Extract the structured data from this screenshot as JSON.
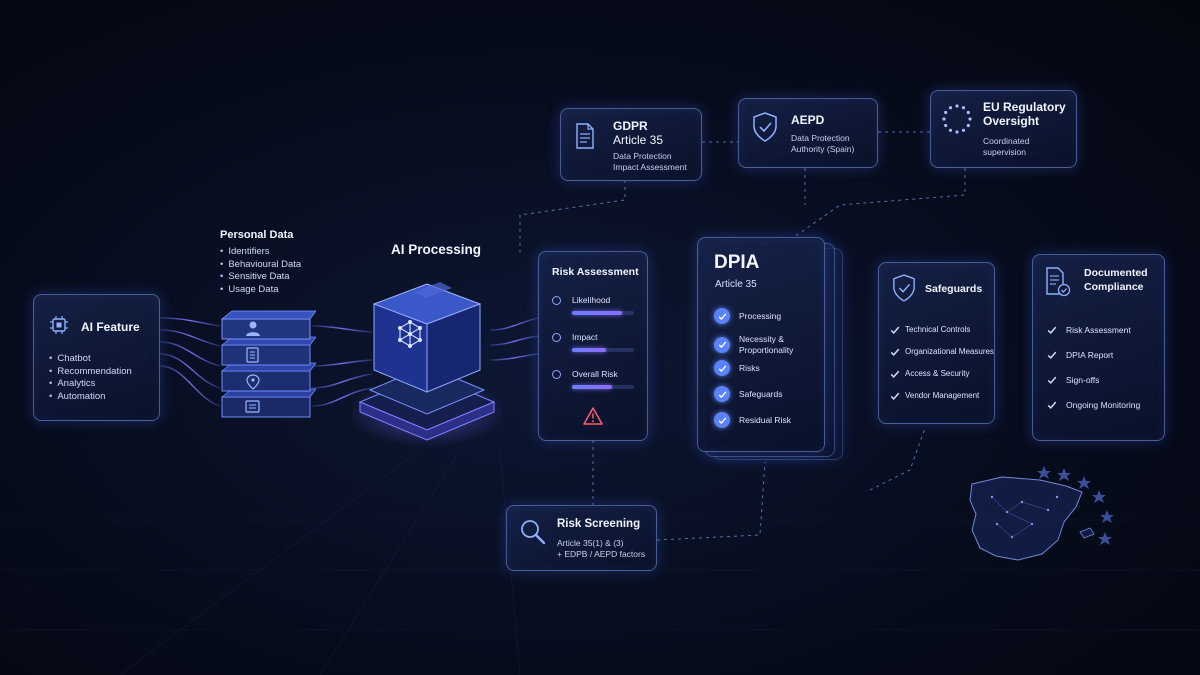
{
  "ai_feature": {
    "title": "AI Feature",
    "items": [
      "Chatbot",
      "Recommendation",
      "Analytics",
      "Automation"
    ]
  },
  "personal_data": {
    "title": "Personal Data",
    "items": [
      "Identifiers",
      "Behavioural Data",
      "Sensitive Data",
      "Usage Data"
    ]
  },
  "ai_processing": {
    "title": "AI Processing"
  },
  "gdpr": {
    "title_line1": "GDPR",
    "title_line2": "Article 35",
    "desc_line1": "Data Protection",
    "desc_line2": "Impact Assessment"
  },
  "aepd": {
    "title": "AEPD",
    "desc_line1": "Data Protection",
    "desc_line2": "Authority (Spain)"
  },
  "eu": {
    "title_line1": "EU Regulatory",
    "title_line2": "Oversight",
    "desc_line1": "Coordinated",
    "desc_line2": "supervision"
  },
  "risk_assessment": {
    "title": "Risk Assessment",
    "items": [
      {
        "label": "Likelihood",
        "level": 0.8
      },
      {
        "label": "Impact",
        "level": 0.55
      },
      {
        "label": "Overall Risk",
        "level": 0.65
      }
    ]
  },
  "dpia": {
    "title": "DPIA",
    "subtitle": "Article 35",
    "items": [
      {
        "line1": "Processing",
        "line2": ""
      },
      {
        "line1": "Necessity &",
        "line2": "Proportionality"
      },
      {
        "line1": "Risks",
        "line2": ""
      },
      {
        "line1": "Safeguards",
        "line2": ""
      },
      {
        "line1": "Residual Risk",
        "line2": ""
      }
    ]
  },
  "safeguards": {
    "title": "Safeguards",
    "items": [
      "Technical Controls",
      "Organizational Measures",
      "Access & Security",
      "Vendor Management"
    ]
  },
  "documented": {
    "title_line1": "Documented",
    "title_line2": "Compliance",
    "items": [
      "Risk Assessment",
      "DPIA Report",
      "Sign-offs",
      "Ongoing Monitoring"
    ]
  },
  "risk_screening": {
    "title": "Risk Screening",
    "desc_line1": "Article 35(1) & (3)",
    "desc_line2": "+ EDPB / AEPD factors"
  },
  "colors": {
    "accent": "#5a82ff",
    "glow": "#7b5cff",
    "background": "#070c1d",
    "warning": "#ff5a6e"
  },
  "icons": [
    "chip-icon",
    "user-icon",
    "document-icon",
    "location-pin-icon",
    "form-icon",
    "network-cube-icon",
    "document-icon",
    "shield-check-icon",
    "eu-stars-icon",
    "warning-icon",
    "check-icon",
    "shield-check-icon",
    "document-check-icon",
    "magnifier-icon",
    "spain-map-icon"
  ]
}
